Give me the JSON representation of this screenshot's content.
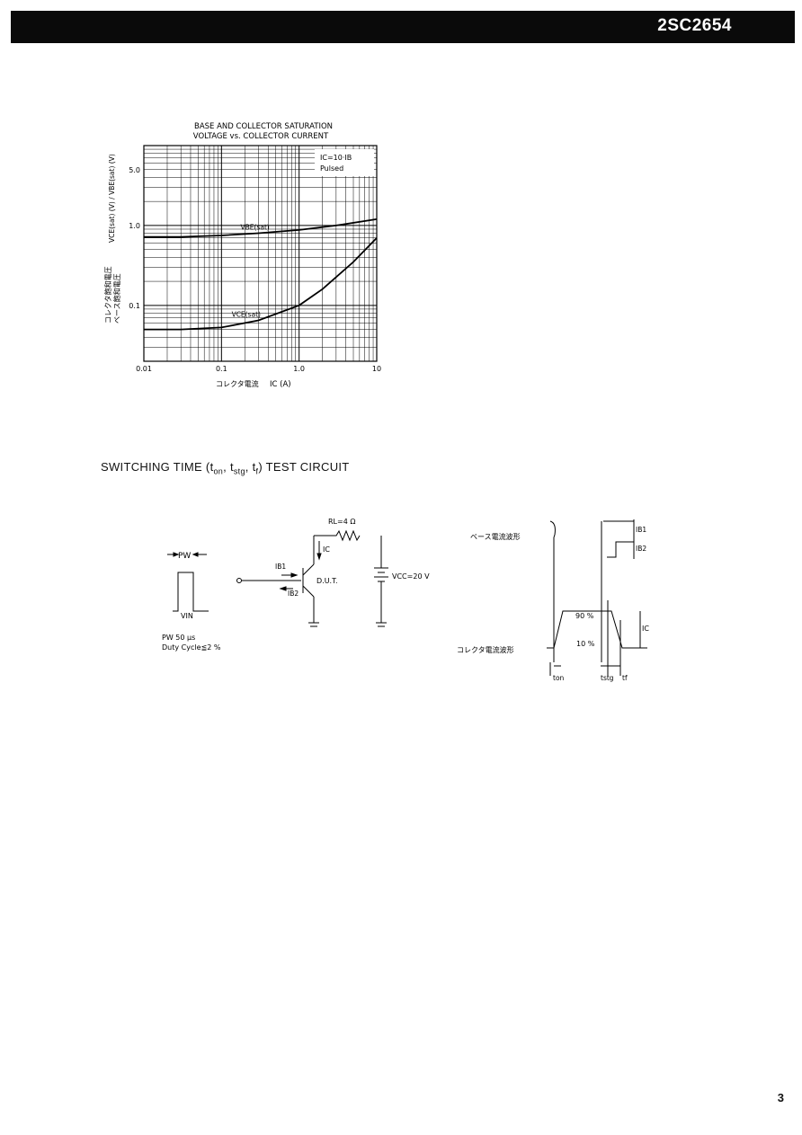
{
  "header": {
    "part_number": "2SC2654"
  },
  "chart_data": {
    "type": "line",
    "title": "BASE AND COLLECTOR SATURATION VOLTAGE vs. COLLECTOR CURRENT",
    "title_line1": "BASE AND COLLECTOR SATURATION",
    "title_line2": "VOLTAGE vs. COLLECTOR CURRENT",
    "xlabel_jp": "コレクタ電流",
    "xlabel": "IC (A)",
    "ylabel_jp_1": "コレクタ飽和電圧",
    "ylabel_jp_2": "ベース飽和電圧",
    "ylabel": "VCE(sat) (V) / VBE(sat) (V)",
    "x_scale": "log",
    "y_scale": "log",
    "xlim": [
      0.01,
      10
    ],
    "ylim": [
      0.02,
      10
    ],
    "x_ticks": [
      "0.01",
      "0.1",
      "1.0",
      "10"
    ],
    "y_ticks": [
      "5.0",
      "1.0",
      "0.1"
    ],
    "annotation_line1": "IC=10·IB",
    "annotation_line2": "Pulsed",
    "grid": true,
    "series": [
      {
        "name": "VBE(sat)",
        "x": [
          0.01,
          0.03,
          0.1,
          0.3,
          1,
          3,
          10
        ],
        "y": [
          0.72,
          0.72,
          0.75,
          0.8,
          0.88,
          1.0,
          1.2
        ]
      },
      {
        "name": "VCE(sat)",
        "x": [
          0.01,
          0.03,
          0.1,
          0.3,
          1,
          2,
          5,
          10
        ],
        "y": [
          0.05,
          0.05,
          0.053,
          0.065,
          0.1,
          0.16,
          0.35,
          0.7
        ]
      }
    ]
  },
  "switching": {
    "title_main": "SWITCHING TIME (",
    "t_on": "t",
    "t_on_sub": "on",
    "t_stg": "t",
    "t_stg_sub": "stg",
    "t_f": "t",
    "t_f_sub": "f",
    "title_end": ") TEST CIRCUIT",
    "circuit": {
      "pw_label": "PW",
      "vin_label": "VIN",
      "pw_note": "PW 50 μs",
      "duty_note": "Duty Cycle≦2 %",
      "rl_label": "RL=4 Ω",
      "ic_label": "IC",
      "ib1_label": "IB1",
      "ib2_label": "IB2",
      "dut_label": "D.U.T.",
      "vcc_label": "VCC=20 V"
    },
    "waveform": {
      "base_label": "ベース電流波形",
      "collector_label": "コレクタ電流波形",
      "ib1_label": "IB1",
      "ib2_label": "IB2",
      "ic_label": "IC",
      "pct90": "90 %",
      "pct10": "10 %",
      "ton_label": "ton",
      "tstg_label": "tstg",
      "tf_label": "tf"
    }
  },
  "page": {
    "number": "3"
  }
}
